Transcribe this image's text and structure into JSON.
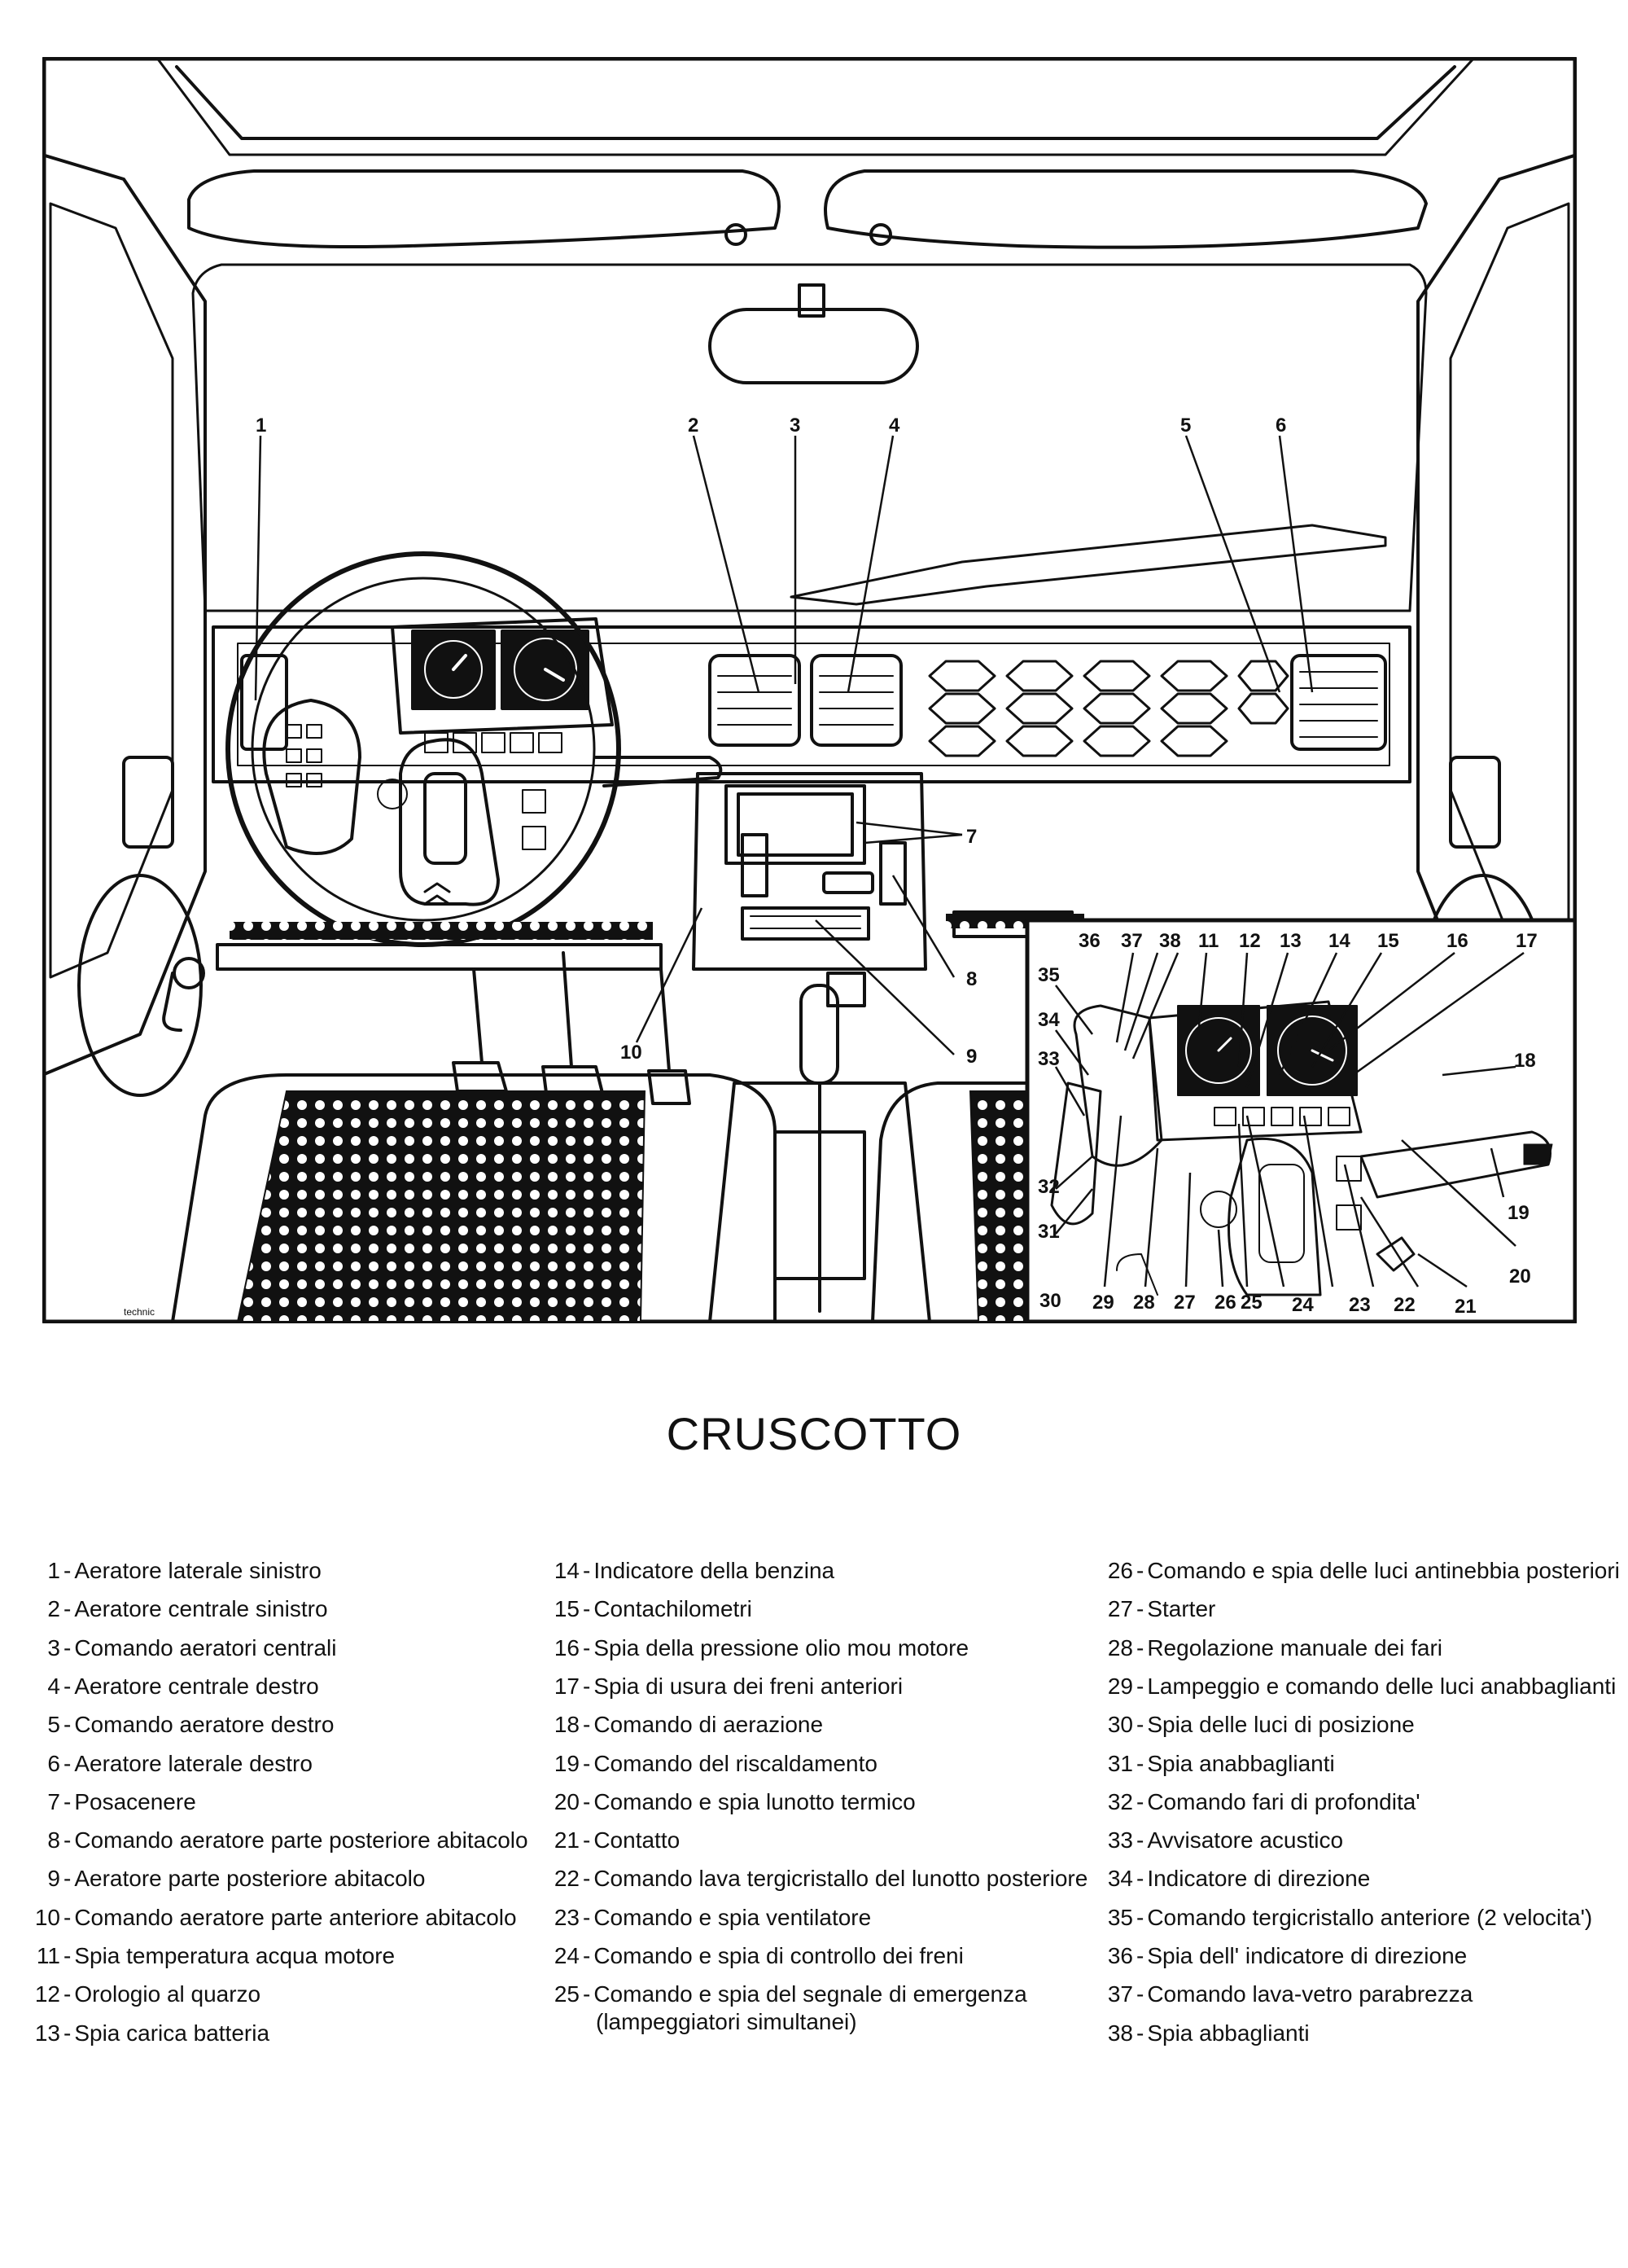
{
  "title": "CRUSCOTTO",
  "credit": "technic",
  "figure_callouts": {
    "main": [
      "1",
      "2",
      "3",
      "4",
      "5",
      "6",
      "7",
      "8",
      "9",
      "10"
    ],
    "inset_top": [
      "36",
      "37",
      "38",
      "11",
      "12",
      "13",
      "14",
      "15",
      "16",
      "17"
    ],
    "inset_left": [
      "35",
      "34",
      "33",
      "32",
      "31"
    ],
    "inset_right": [
      "18",
      "19",
      "20"
    ],
    "inset_bottom": [
      "30",
      "29",
      "28",
      "27",
      "26",
      "25",
      "24",
      "23",
      "22",
      "21"
    ]
  },
  "legend": {
    "col1": [
      {
        "num": "1",
        "text": "Aeratore laterale sinistro"
      },
      {
        "num": "2",
        "text": "Aeratore centrale sinistro"
      },
      {
        "num": "3",
        "text": "Comando aeratori centrali"
      },
      {
        "num": "4",
        "text": "Aeratore centrale destro"
      },
      {
        "num": "5",
        "text": "Comando aeratore destro"
      },
      {
        "num": "6",
        "text": "Aeratore laterale destro"
      },
      {
        "num": "7",
        "text": "Posacenere"
      },
      {
        "num": "8",
        "text": "Comando aeratore parte posteriore abitacolo"
      },
      {
        "num": "9",
        "text": "Aeratore parte posteriore abitacolo"
      },
      {
        "num": "10",
        "text": "Comando aeratore parte anteriore abitacolo"
      },
      {
        "num": "11",
        "text": "Spia temperatura acqua motore"
      },
      {
        "num": "12",
        "text": "Orologio al quarzo"
      },
      {
        "num": "13",
        "text": "Spia carica batteria"
      }
    ],
    "col2": [
      {
        "num": "14",
        "text": "Indicatore della benzina"
      },
      {
        "num": "15",
        "text": "Contachilometri"
      },
      {
        "num": "16",
        "text": "Spia della pressione olio mou motore"
      },
      {
        "num": "17",
        "text": "Spia di usura dei freni anteriori"
      },
      {
        "num": "18",
        "text": "Comando di aerazione"
      },
      {
        "num": "19",
        "text": "Comando del riscaldamento"
      },
      {
        "num": "20",
        "text": "Comando e spia lunotto termico"
      },
      {
        "num": "21",
        "text": "Contatto"
      },
      {
        "num": "22",
        "text": "Comando lava tergicristallo del lunotto posteriore"
      },
      {
        "num": "23",
        "text": "Comando e spia ventilatore"
      },
      {
        "num": "24",
        "text": "Comando e spia di controllo dei freni"
      },
      {
        "num": "25",
        "text": "Comando e spia del segnale di emergenza",
        "cont": "(lampeggiatori simultanei)"
      }
    ],
    "col3": [
      {
        "num": "26",
        "text": "Comando e spia delle luci antinebbia posteriori"
      },
      {
        "num": "27",
        "text": "Starter"
      },
      {
        "num": "28",
        "text": "Regolazione manuale dei fari"
      },
      {
        "num": "29",
        "text": "Lampeggio e comando delle luci anabbaglianti"
      },
      {
        "num": "30",
        "text": "Spia delle luci di posizione"
      },
      {
        "num": "31",
        "text": "Spia anabbaglianti"
      },
      {
        "num": "32",
        "text": "Comando fari di profondita'"
      },
      {
        "num": "33",
        "text": "Avvisatore acustico"
      },
      {
        "num": "34",
        "text": "Indicatore di direzione"
      },
      {
        "num": "35",
        "text": "Comando tergicristallo anteriore (2 velocita')"
      },
      {
        "num": "36",
        "text": "Spia dell' indicatore di direzione"
      },
      {
        "num": "37",
        "text": "Comando lava-vetro parabrezza"
      },
      {
        "num": "38",
        "text": "Spia abbaglianti"
      }
    ]
  }
}
